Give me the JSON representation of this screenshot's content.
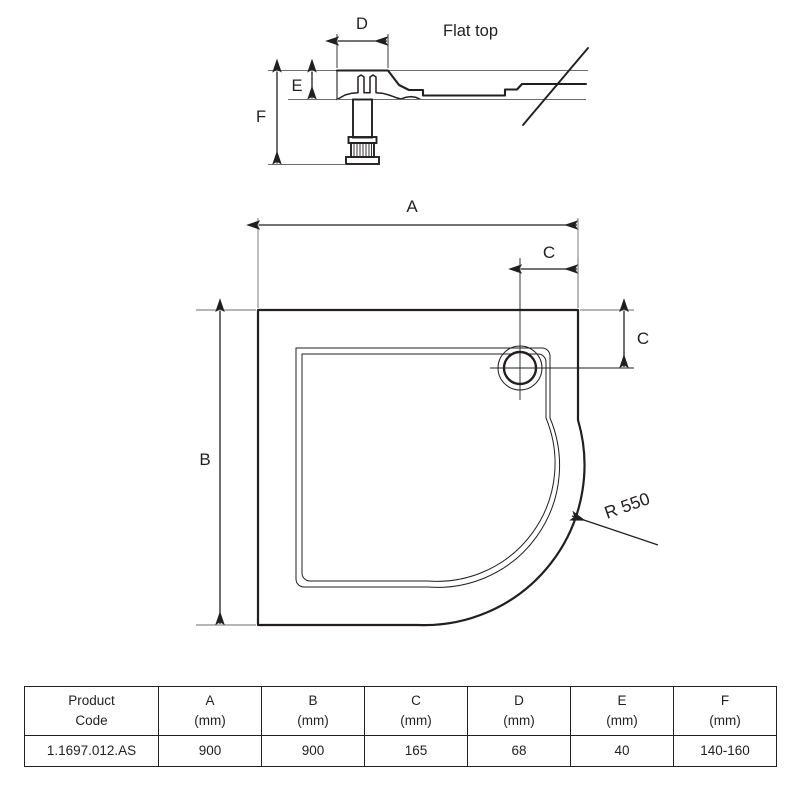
{
  "drawing": {
    "section_label": "Flat top",
    "radius_label": "R 550",
    "dimension_letters": {
      "A": "A",
      "B": "B",
      "C_horizontal": "C",
      "C_vertical": "C",
      "D": "D",
      "E": "E",
      "F": "F"
    }
  },
  "table": {
    "headers": [
      {
        "name": "Product",
        "unit": "Code"
      },
      {
        "name": "A",
        "unit": "(mm)"
      },
      {
        "name": "B",
        "unit": "(mm)"
      },
      {
        "name": "C",
        "unit": "(mm)"
      },
      {
        "name": "D",
        "unit": "(mm)"
      },
      {
        "name": "E",
        "unit": "(mm)"
      },
      {
        "name": "F",
        "unit": "(mm)"
      }
    ],
    "rows": [
      {
        "product_code": "1.1697.012.AS",
        "A": "900",
        "B": "900",
        "C": "165",
        "D": "68",
        "E": "40",
        "F": "140-160"
      }
    ]
  },
  "colors": {
    "line": "#231f20",
    "light_line": "#6d6e71",
    "background": "#ffffff"
  }
}
